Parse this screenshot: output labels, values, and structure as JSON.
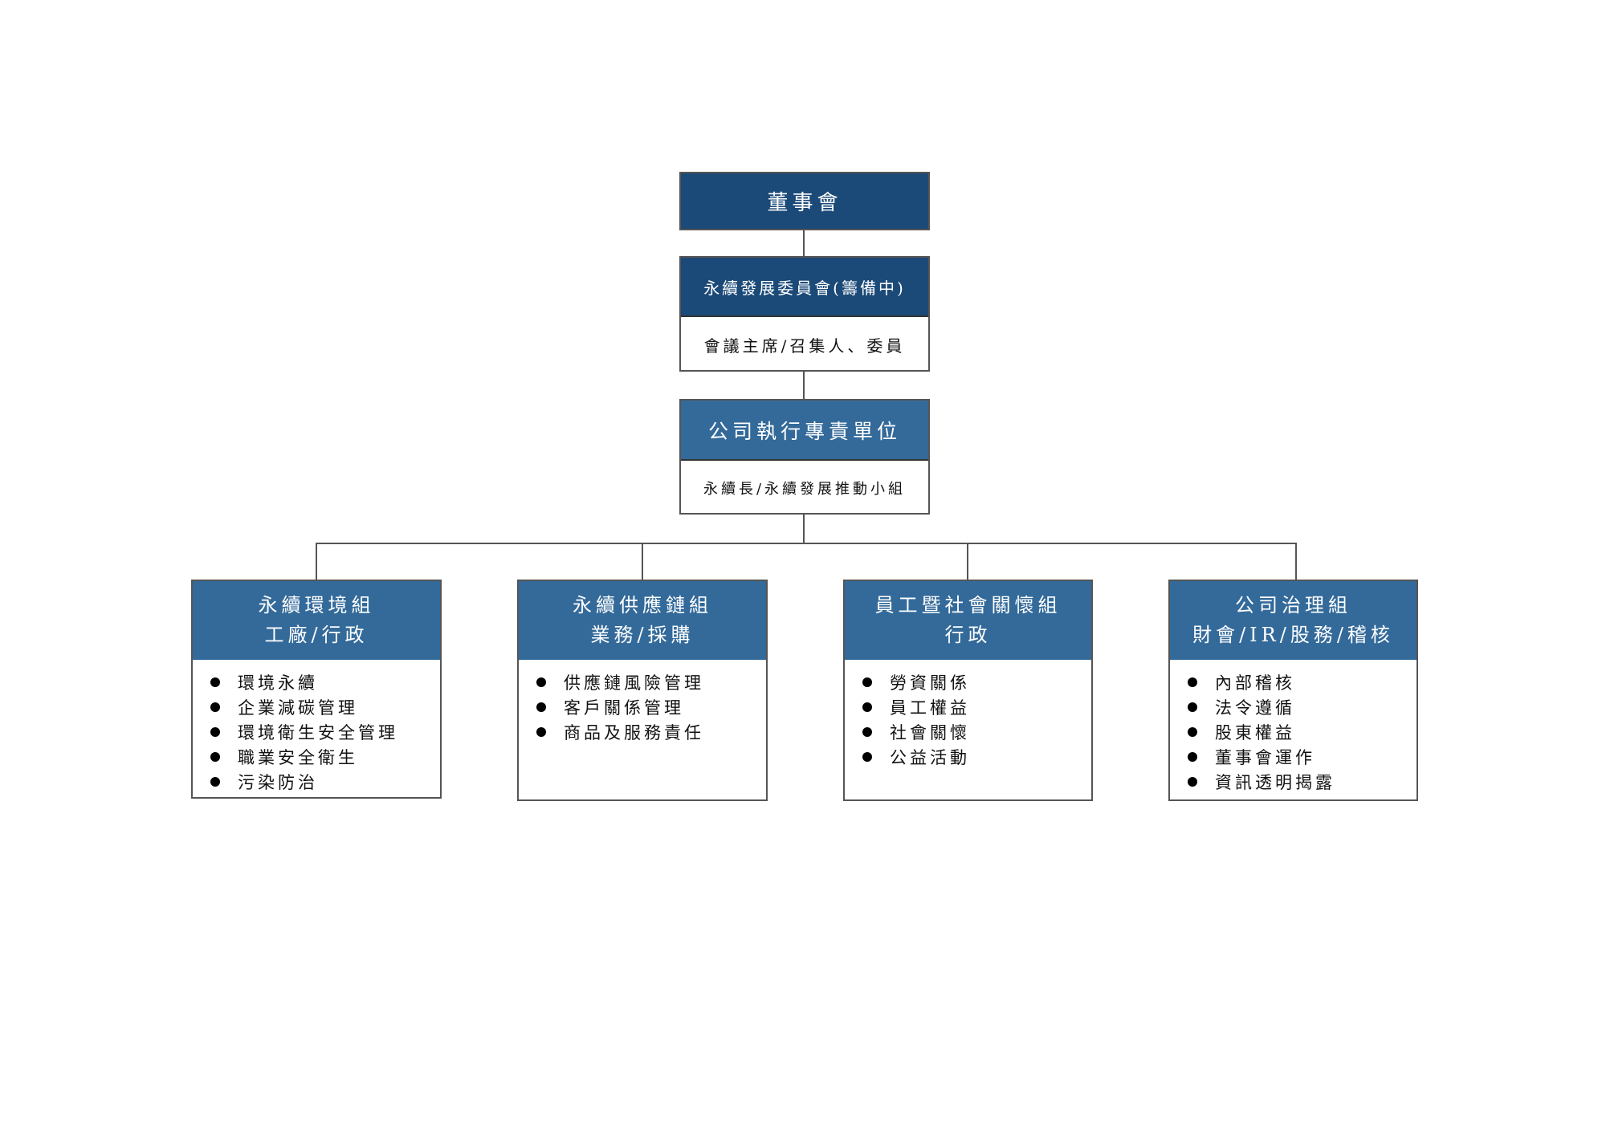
{
  "board": {
    "title": "董事會"
  },
  "committee": {
    "title": "永續發展委員會(籌備中)",
    "members": "會議主席/召集人、委員"
  },
  "executive": {
    "title": "公司執行專責單位",
    "members": "永續長/永續發展推動小組"
  },
  "groups": [
    {
      "title": "永續環境組",
      "subtitle": "工廠/行政",
      "items": [
        "環境永續",
        "企業減碳管理",
        "環境衛生安全管理",
        "職業安全衛生",
        "污染防治"
      ]
    },
    {
      "title": "永續供應鏈組",
      "subtitle": "業務/採購",
      "items": [
        "供應鏈風險管理",
        "客戶關係管理",
        "商品及服務責任"
      ]
    },
    {
      "title": "員工暨社會關懷組",
      "subtitle": "行政",
      "items": [
        "勞資關係",
        "員工權益",
        "社會關懷",
        "公益活動"
      ]
    },
    {
      "title": "公司治理組",
      "subtitle": "財會/IR/股務/稽核",
      "items": [
        "內部稽核",
        "法令遵循",
        "股東權益",
        "董事會運作",
        "資訊透明揭露"
      ]
    }
  ],
  "colors": {
    "dark": "#1b4a78",
    "mid": "#336a9a"
  }
}
